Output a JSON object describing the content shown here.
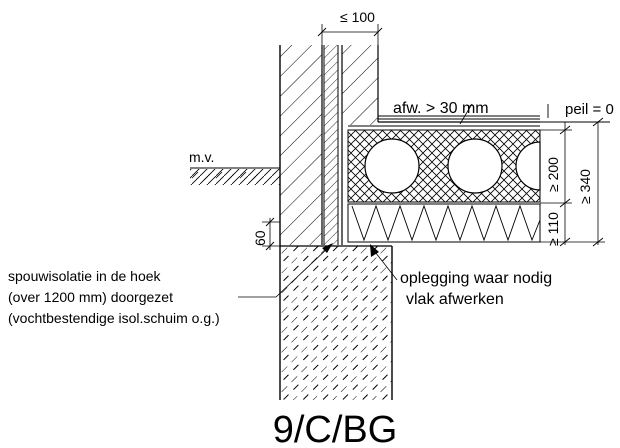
{
  "dimensions": {
    "cavity_width": "≤ 100",
    "finish_layer": "afw. > 30 mm",
    "level": "peil = 0",
    "floor_slab": "≥ 200",
    "total_depth": "≥ 340",
    "base_layer": "≥ 110",
    "step": "60"
  },
  "labels": {
    "ground_level": "m.v.",
    "insulation_note_1": "spouwisolatie in de hoek",
    "insulation_note_2": "(over 1200 mm) doorgezet",
    "insulation_note_3": "(vochtbestendige isol.schuim o.g.)",
    "support_note_1": "oplegging waar nodig",
    "support_note_2": "vlak afwerken"
  },
  "drawing_code": "9/C/BG"
}
